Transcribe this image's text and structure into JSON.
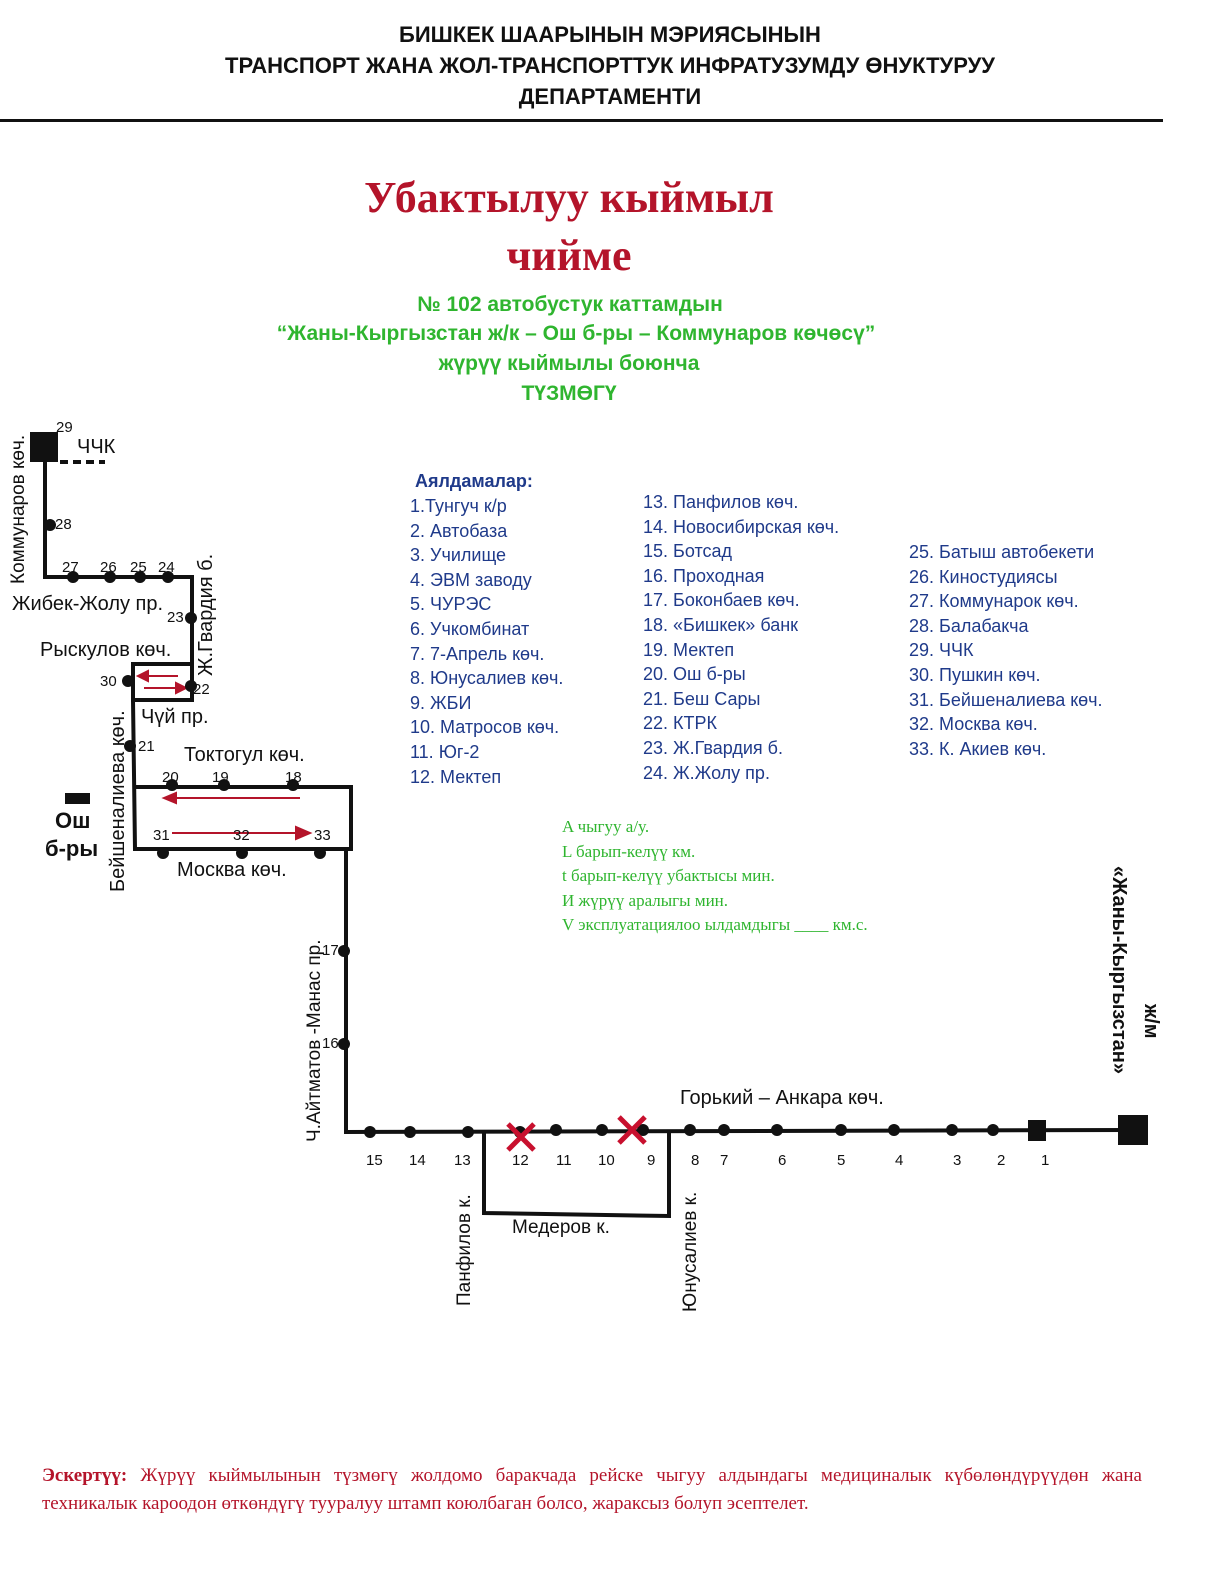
{
  "header": {
    "line1": "БИШКЕК ШААРЫНЫН  МЭРИЯСЫНЫН",
    "line2": "ТРАНСПОРТ ЖАНА ЖОЛ-ТРАНСПОРТТУК ИНФРАТУЗУМДУ ӨНУКТУРУУ",
    "line3": "ДЕПАРТАМЕНТИ"
  },
  "title": {
    "line1": "Убактылуу кыймыл",
    "line2": "чийме"
  },
  "subtitle": {
    "line1": "№ 102 автобустук каттамдын",
    "line2": "“Жаны-Кыргызстан ж/к – Ош б-ры – Коммунаров көчөсү”",
    "line3": "жүрүү кыймылы боюнча",
    "line4": "ТҮЗМӨГҮ"
  },
  "stops_heading": "Аялдамалар:",
  "stops": [
    "1.Тунгуч к/р",
    "2. Автобаза",
    "3. Училище",
    "4.  ЭВМ заводу",
    "5. ЧУРЭС",
    "6. Учкомбинат",
    "7. 7-Апрель көч.",
    "8. Юнусалиев көч.",
    "9. ЖБИ",
    "10. Матросов көч.",
    "11. Юг-2",
    "12. Мектеп",
    "13. Панфилов көч.",
    "14. Новосибирская көч.",
    "15. Ботсад",
    "16. Проходная",
    "17. Боконбаев көч.",
    "18.  «Бишкек» банк",
    "19. Мектеп",
    "20. Ош б-ры",
    "21. Беш Сары",
    "22. КТРК",
    "23. Ж.Гвардия б.",
    "24. Ж.Жолу пр.",
    "25. Батыш автобекети",
    "26. Киностудиясы",
    "27. Коммунарок көч.",
    "28. Балабакча",
    "29. ЧЧК",
    "30. Пушкин көч.",
    "31. Бейшеналиева көч.",
    "32. Москва көч.",
    "33. К. Акиев көч."
  ],
  "params": [
    "A чыгуу       а/у.",
    "L барып-келүү         км.",
    "t барып-келүү убактысы         мин.",
    "И жүрүү аралыгы         мин.",
    "V эксплуатациялоо ылдамдыгы ____ км.с."
  ],
  "map": {
    "streets": {
      "kommunarov": "Коммунаров көч.",
      "chchk": "ЧЧК",
      "zhibek": "Жибек-Жолу пр.",
      "gvardiya": "Ж.Гвардия б.",
      "ryskulov": "Рыскулов көч.",
      "chuy": "Чүй пр.",
      "beishenalieva": "Бейшеналиева көч.",
      "toktogul": "Токтогул көч.",
      "osh1": "Ош",
      "osh2": "б-ры",
      "moskva": "Москва көч.",
      "aitmatov": "Ч.Айтматов -Манас пр.",
      "gorky": "Горький – Анкара көч.",
      "panfilov": "Панфилов к.",
      "mederov": "Медеров к.",
      "yunusaliev": "Юнусалиев к.",
      "zhany": "«Жаны-Кыргызстан»",
      "zhm": "ж/м"
    },
    "stop_numbers": [
      "1",
      "2",
      "3",
      "4",
      "5",
      "6",
      "7",
      "8",
      "9",
      "10",
      "11",
      "12",
      "13",
      "14",
      "15",
      "16",
      "17",
      "18",
      "19",
      "20",
      "21",
      "22",
      "23",
      "24",
      "25",
      "26",
      "27",
      "28",
      "29",
      "30",
      "31",
      "32",
      "33"
    ],
    "closed_stops": [
      "12",
      "9"
    ],
    "colors": {
      "route": "#111111",
      "arrow": "#b4142a",
      "closed": "#c8102e"
    }
  },
  "note": {
    "label": "Эскертүү:",
    "text": " Жүрүү кыймылынын түзмөгү жолдомо баракчада рейске чыгуу алдындагы медициналык күбөлөндүрүүдөн жана техникалык кароодон өткөндүгү тууралуу штамп коюлбаган болсо, жараксыз болуп эсептелет."
  }
}
